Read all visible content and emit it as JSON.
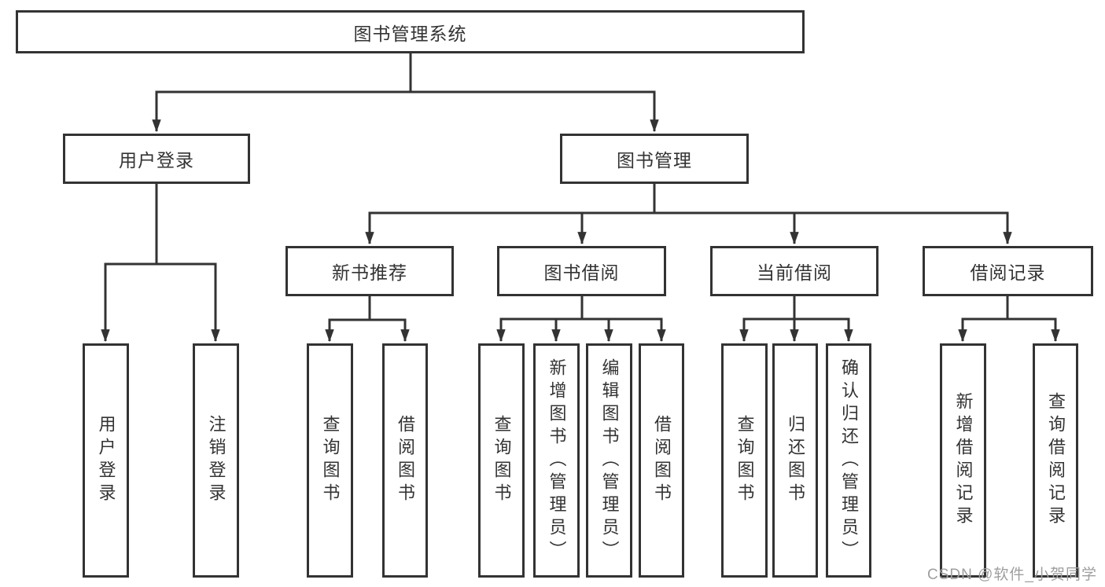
{
  "diagram": {
    "title": "图书管理系统",
    "colors": {
      "line": "#333333",
      "text": "#333333",
      "box_background": "#ffffff",
      "watermark": "#9e9e9e"
    },
    "root": {
      "label": "图书管理系统"
    },
    "level1": [
      {
        "label": "用户登录"
      },
      {
        "label": "图书管理"
      }
    ],
    "level2": [
      {
        "label": "新书推荐"
      },
      {
        "label": "图书借阅"
      },
      {
        "label": "当前借阅"
      },
      {
        "label": "借阅记录"
      }
    ],
    "leaves": [
      {
        "label": "用户登录"
      },
      {
        "label": "注销登录"
      },
      {
        "label": "查询图书"
      },
      {
        "label": "借阅图书"
      },
      {
        "label": "查询图书"
      },
      {
        "label": "新增图书（管理员）"
      },
      {
        "label": "编辑图书（管理员）"
      },
      {
        "label": "借阅图书"
      },
      {
        "label": "查询图书"
      },
      {
        "label": "归还图书"
      },
      {
        "label": "确认归还（管理员）"
      },
      {
        "label": "新增借阅记录"
      },
      {
        "label": "查询借阅记录"
      }
    ],
    "hierarchy": {
      "图书管理系统": [
        "用户登录",
        "图书管理"
      ],
      "用户登录": [
        "用户登录",
        "注销登录"
      ],
      "图书管理": [
        "新书推荐",
        "图书借阅",
        "当前借阅",
        "借阅记录"
      ],
      "新书推荐": [
        "查询图书",
        "借阅图书"
      ],
      "图书借阅": [
        "查询图书",
        "新增图书（管理员）",
        "编辑图书（管理员）",
        "借阅图书"
      ],
      "当前借阅": [
        "查询图书",
        "归还图书",
        "确认归还（管理员）"
      ],
      "借阅记录": [
        "新增借阅记录",
        "查询借阅记录"
      ]
    }
  },
  "watermark": {
    "text": "CSDN @软件_小贺同学"
  }
}
